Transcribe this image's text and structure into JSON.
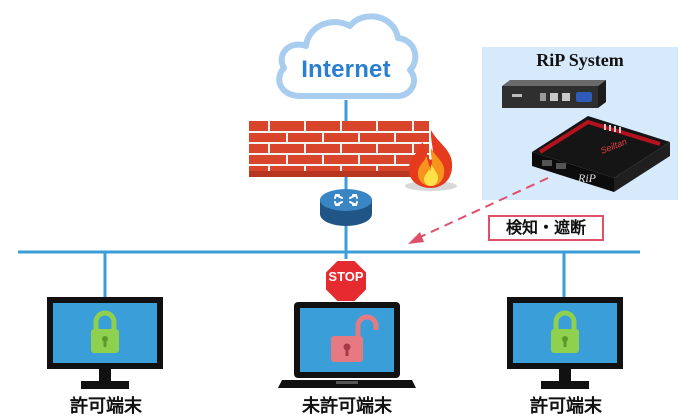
{
  "internet": {
    "label": "Internet"
  },
  "rip_system": {
    "title": "RiP System",
    "device_brand": "Seiltan",
    "device_model": "RiP"
  },
  "detection": {
    "label": "検知・遮断"
  },
  "stop_sign": {
    "label": "STOP"
  },
  "terminals": [
    {
      "label": "許可端末",
      "status": "allowed",
      "screen_color": "#3a9ed8",
      "lock_color": "#8fd14f"
    },
    {
      "label": "未許可端末",
      "status": "blocked",
      "screen_color": "#3a9ed8",
      "lock_color": "#e57a82"
    },
    {
      "label": "許可端末",
      "status": "allowed",
      "screen_color": "#3a9ed8",
      "lock_color": "#8fd14f"
    }
  ],
  "colors": {
    "network_line": "#3a9ed8",
    "firewall_brick": "#d9452b",
    "router": "#2c6fa8",
    "alert_border": "#e0506a"
  }
}
